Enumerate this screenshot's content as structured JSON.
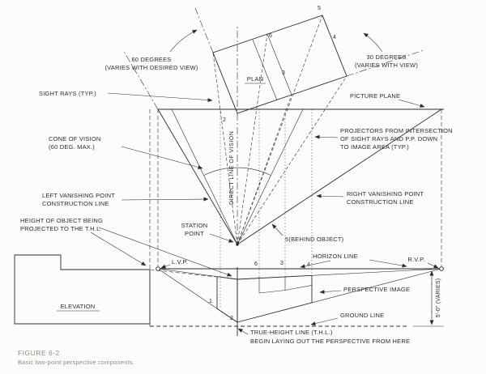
{
  "colors": {
    "ink": "#2b2b2b",
    "caption": "#8b8b85",
    "background": "#fcfcfa"
  },
  "figure": {
    "number": "FIGURE 6-2",
    "caption": "Basic two-point perspective components."
  },
  "labels": {
    "degrees60": "60 DEGREES",
    "degrees60_sub": "(VARIES WITH DESIRED VIEW)",
    "sight_rays": "SIGHT RAYS (TYP.)",
    "cone_1": "CONE OF VISION",
    "cone_2": "(60 DEG. MAX.)",
    "left_vp_line_1": "LEFT VANISHING POINT",
    "left_vp_line_2": "CONSTRUCTION LINE",
    "height_1": "HEIGHT OF OBJECT BEING",
    "height_2": "PROJECTED TO THE T.H.L.",
    "elevation": "ELEVATION",
    "plan": "PLAN",
    "degrees30": "30 DEGREES",
    "degrees30_sub": "(VARIES WITH VIEW)",
    "picture_plane": "PICTURE PLANE",
    "projectors_1": "PROJECTORS FROM INTERSECTION",
    "projectors_2": "OF SIGHT RAYS AND P.P. DOWN",
    "projectors_3": "TO IMAGE AREA (TYP.)",
    "right_vp_line_1": "RIGHT VANISHING POINT",
    "right_vp_line_2": "CONSTRUCTION LINE",
    "station_1": "STATION",
    "station_2": "POINT",
    "direct_line_of_vision": "DIRECT LINE OF VISION",
    "behind_object": "5(BEHIND OBJECT)",
    "lvp": "L.V.P.",
    "horizon_line": "HORIZON LINE",
    "rvp": "R.V.P.",
    "perspective_image": "PERSPECTIVE IMAGE",
    "ground_line": "GROUND LINE",
    "thl_1": "TRUE-HEIGHT LINE (T.H.L.)",
    "thl_2": "BEGIN LAYING OUT THE PERSPECTIVE FROM HERE",
    "dimension": "5'-0\" (VARIES)"
  },
  "plan_numbers": [
    "5",
    "6",
    "3",
    "4",
    "2"
  ],
  "perspective_numbers": [
    "6",
    "3",
    "4",
    "1",
    "2"
  ]
}
